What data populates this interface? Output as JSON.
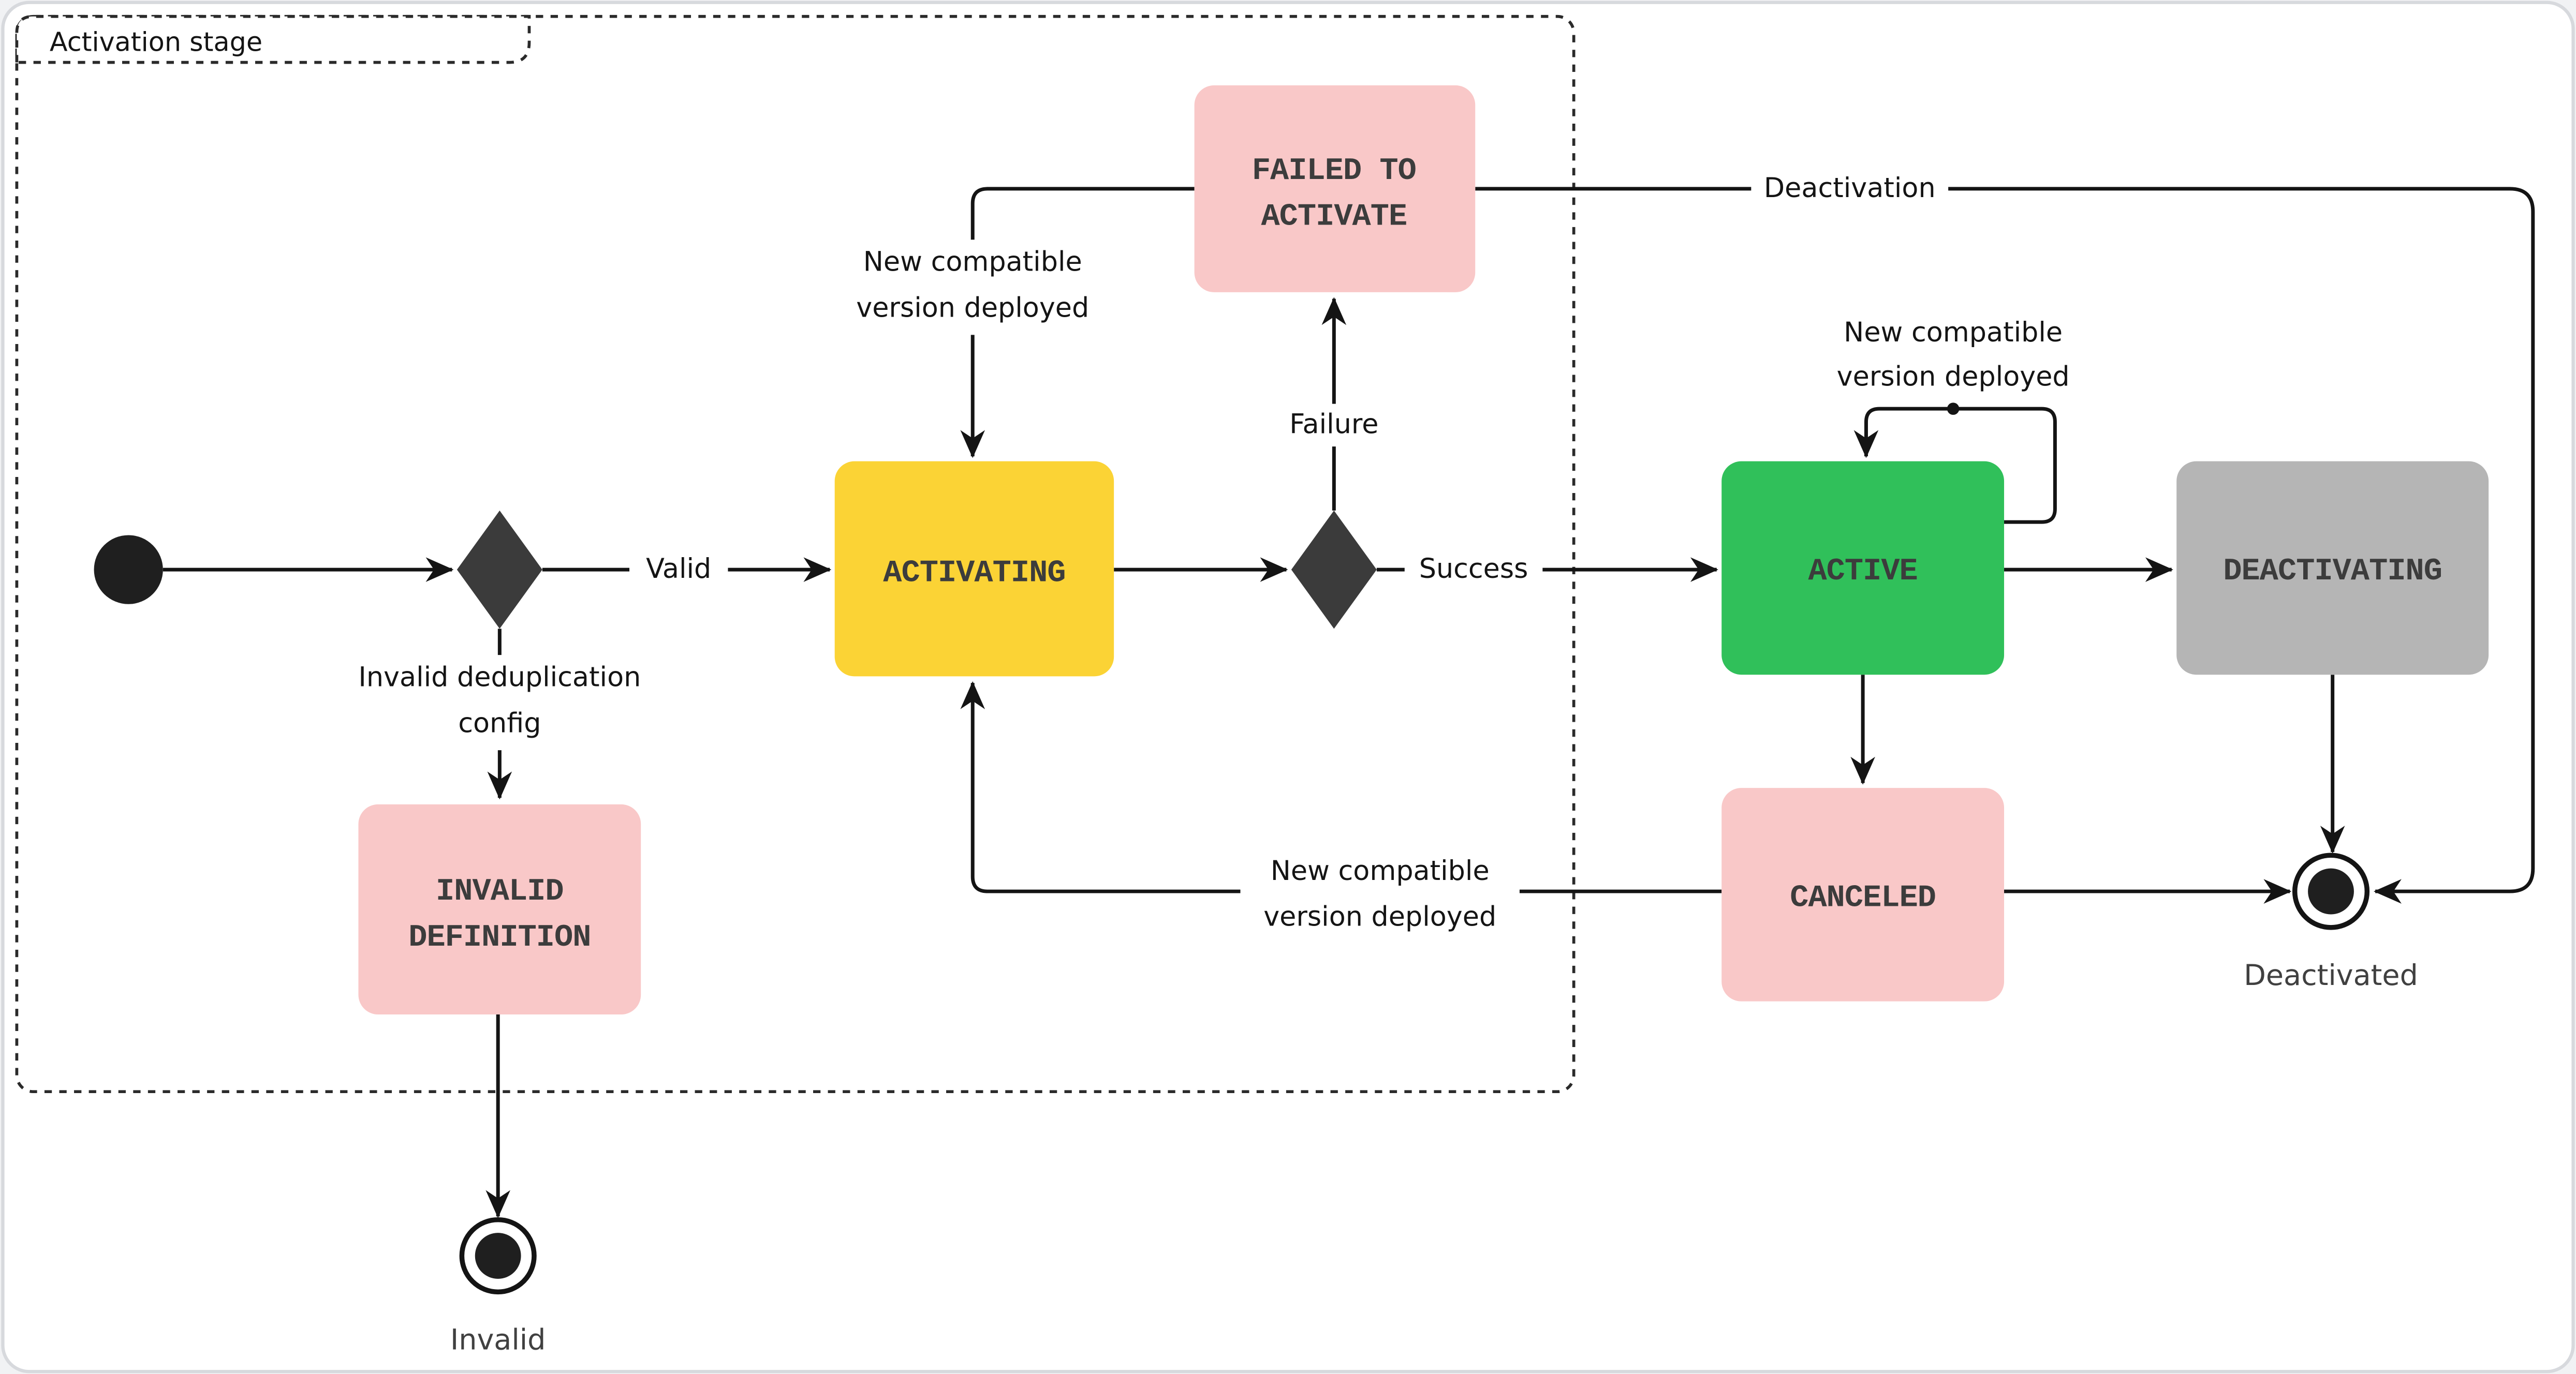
{
  "diagram": {
    "container": {
      "label": "Activation stage"
    },
    "states": {
      "activating": {
        "label": "ACTIVATING",
        "color": "#FBD335"
      },
      "failed_to_activate": {
        "line1": "FAILED TO",
        "line2": "ACTIVATE",
        "color": "#F9C8C8"
      },
      "active": {
        "label": "ACTIVE",
        "color": "#30C05A"
      },
      "deactivating": {
        "label": "DEACTIVATING",
        "color": "#B5B5B5"
      },
      "canceled": {
        "label": "CANCELED",
        "color": "#F9C8C8"
      },
      "invalid_definition": {
        "line1": "INVALID",
        "line2": "DEFINITION",
        "color": "#F9C8C8"
      }
    },
    "transitions": {
      "valid": "Valid",
      "invalid_dedup": {
        "line1": "Invalid deduplication",
        "line2": "config"
      },
      "failure": "Failure",
      "success": "Success",
      "deactivation": "Deactivation",
      "new_compatible": {
        "line1": "New compatible",
        "line2": "version deployed"
      }
    },
    "final_states": {
      "deactivated": "Deactivated",
      "invalid": "Invalid"
    },
    "colors": {
      "line": "#141414",
      "initial_node": "#1f1f1f",
      "diamond_node": "#3b3b3b",
      "state_text": "#3c3c3c"
    }
  }
}
